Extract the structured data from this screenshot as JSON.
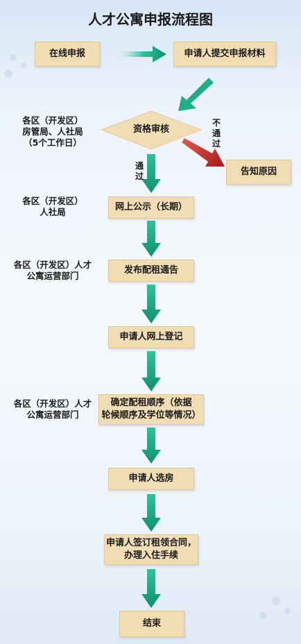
{
  "title": "人才公寓申报流程图",
  "boxes": {
    "online": "在线申报",
    "submit": "申请人提交申报材料",
    "review": "资格审核",
    "notify": "告知原因",
    "publicity": "网上公示（长期）",
    "notice": "发布配租通告",
    "register": "申请人网上登记",
    "order": "确定配租顺序（依据\n轮候顺序及学位等情况）",
    "choose": "申请人选房",
    "contract": "申请人签订租领合同，\n办理入住手续",
    "end": "结束"
  },
  "side_labels": {
    "review": "各区（开发区）\n房管局、人社局\n（5个工作日）",
    "publicity": "各区（开发区）\n人社局",
    "notice": "各区（开发区）人才\n公寓运营部门",
    "order": "各区（开发区）人才\n公寓运营部门"
  },
  "edge_labels": {
    "pass": "通过",
    "fail": "不通过"
  },
  "colors": {
    "box_fill": "#f1ddb4",
    "arrow_green": "#1fae8a",
    "arrow_red": "#c62828"
  }
}
